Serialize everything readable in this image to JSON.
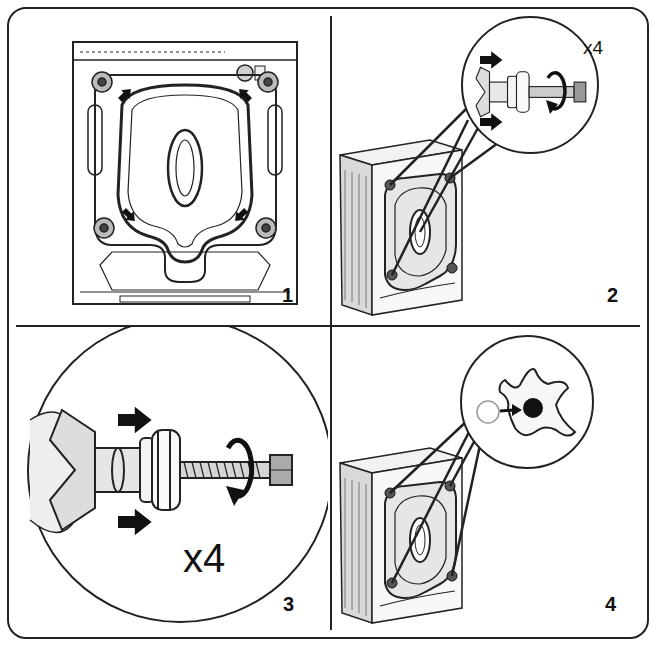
{
  "diagram": {
    "labels": [
      "1",
      "x4",
      "2",
      "x4",
      "3",
      "4"
    ]
  }
}
